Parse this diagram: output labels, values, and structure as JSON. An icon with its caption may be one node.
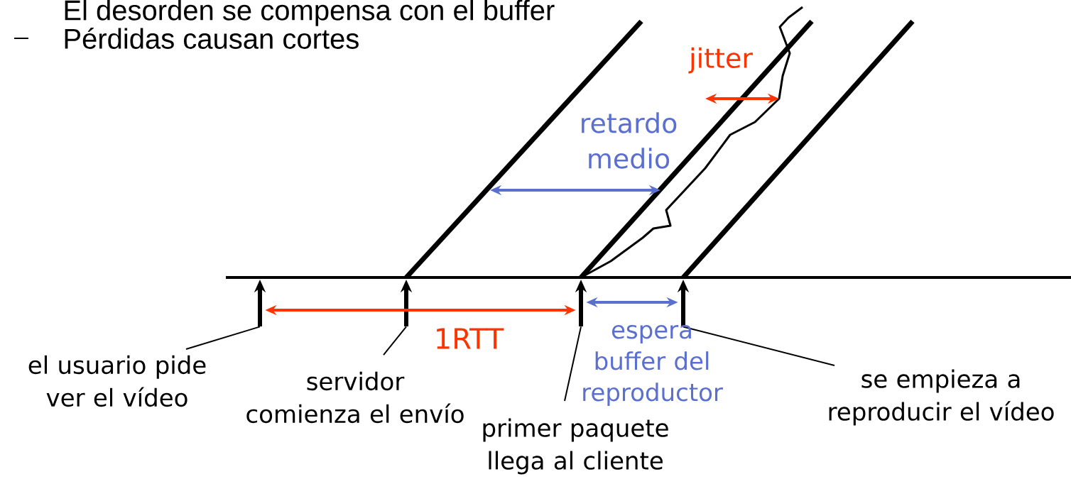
{
  "diagram": {
    "nodes": [
      {
        "text": [
          "el usuario pide ver el vídeo"
        ]
      },
      {
        "text": [
          "servidor comienza el envío"
        ]
      },
      {
        "text": [
          "primer paquete llega al cliente"
        ]
      },
      {
        "text": [
          "se empieza a reproducir el vídeo"
        ]
      },
      {
        "text": [],
        "shape": "arrow"
      },
      {
        "text": [],
        "shape": "arrow"
      },
      {
        "text": [],
        "shape": "arrow"
      },
      {
        "text": [],
        "shape": "arrow"
      }
    ],
    "edges": [
      {
        "from": 0,
        "to": 4,
        "arrow": "none"
      },
      {
        "from": 1,
        "to": 5,
        "arrow": "none"
      },
      {
        "from": 2,
        "to": 6,
        "arrow": "none"
      },
      {
        "from": 3,
        "to": 7,
        "arrow": "none"
      },
      {
        "from": 4,
        "to": 6,
        "arrow": "both",
        "label": "1RTT",
        "color": "#ff3300"
      },
      {
        "from": 6,
        "to": 7,
        "arrow": "both",
        "label": "espera buffer del reproductor",
        "color": "#5a6fcf"
      }
    ],
    "labels": [
      "El desorden se compensa con el buffer",
      "Pérdidas causan cortes",
      "jitter",
      "retardo medio"
    ]
  }
}
